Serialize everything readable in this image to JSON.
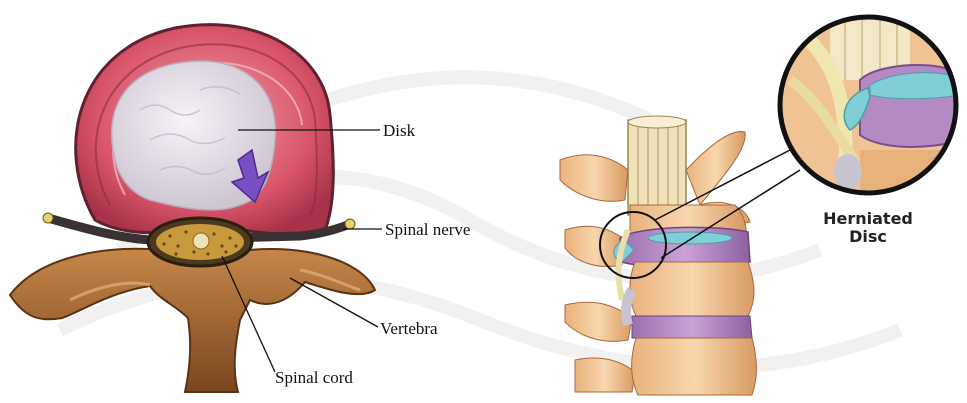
{
  "labels": {
    "disk": "Disk",
    "spinal_nerve": "Spinal nerve",
    "vertebra": "Vertebra",
    "spinal_cord": "Spinal cord",
    "herniated_line1": "Herniated",
    "herniated_line2": "Disc"
  },
  "colors": {
    "annulus": "#d9546a",
    "nucleus": "#e9e4ec",
    "bone": "#a8692f",
    "bone_dark": "#6b3c18",
    "nerve": "#3a3232",
    "arrow": "#7a4fc4",
    "disc_purple": "#b48ac4",
    "nucleus_blue": "#7fcfd6",
    "vertebra_light": "#f2c79a",
    "cord": "#efe2b8"
  }
}
